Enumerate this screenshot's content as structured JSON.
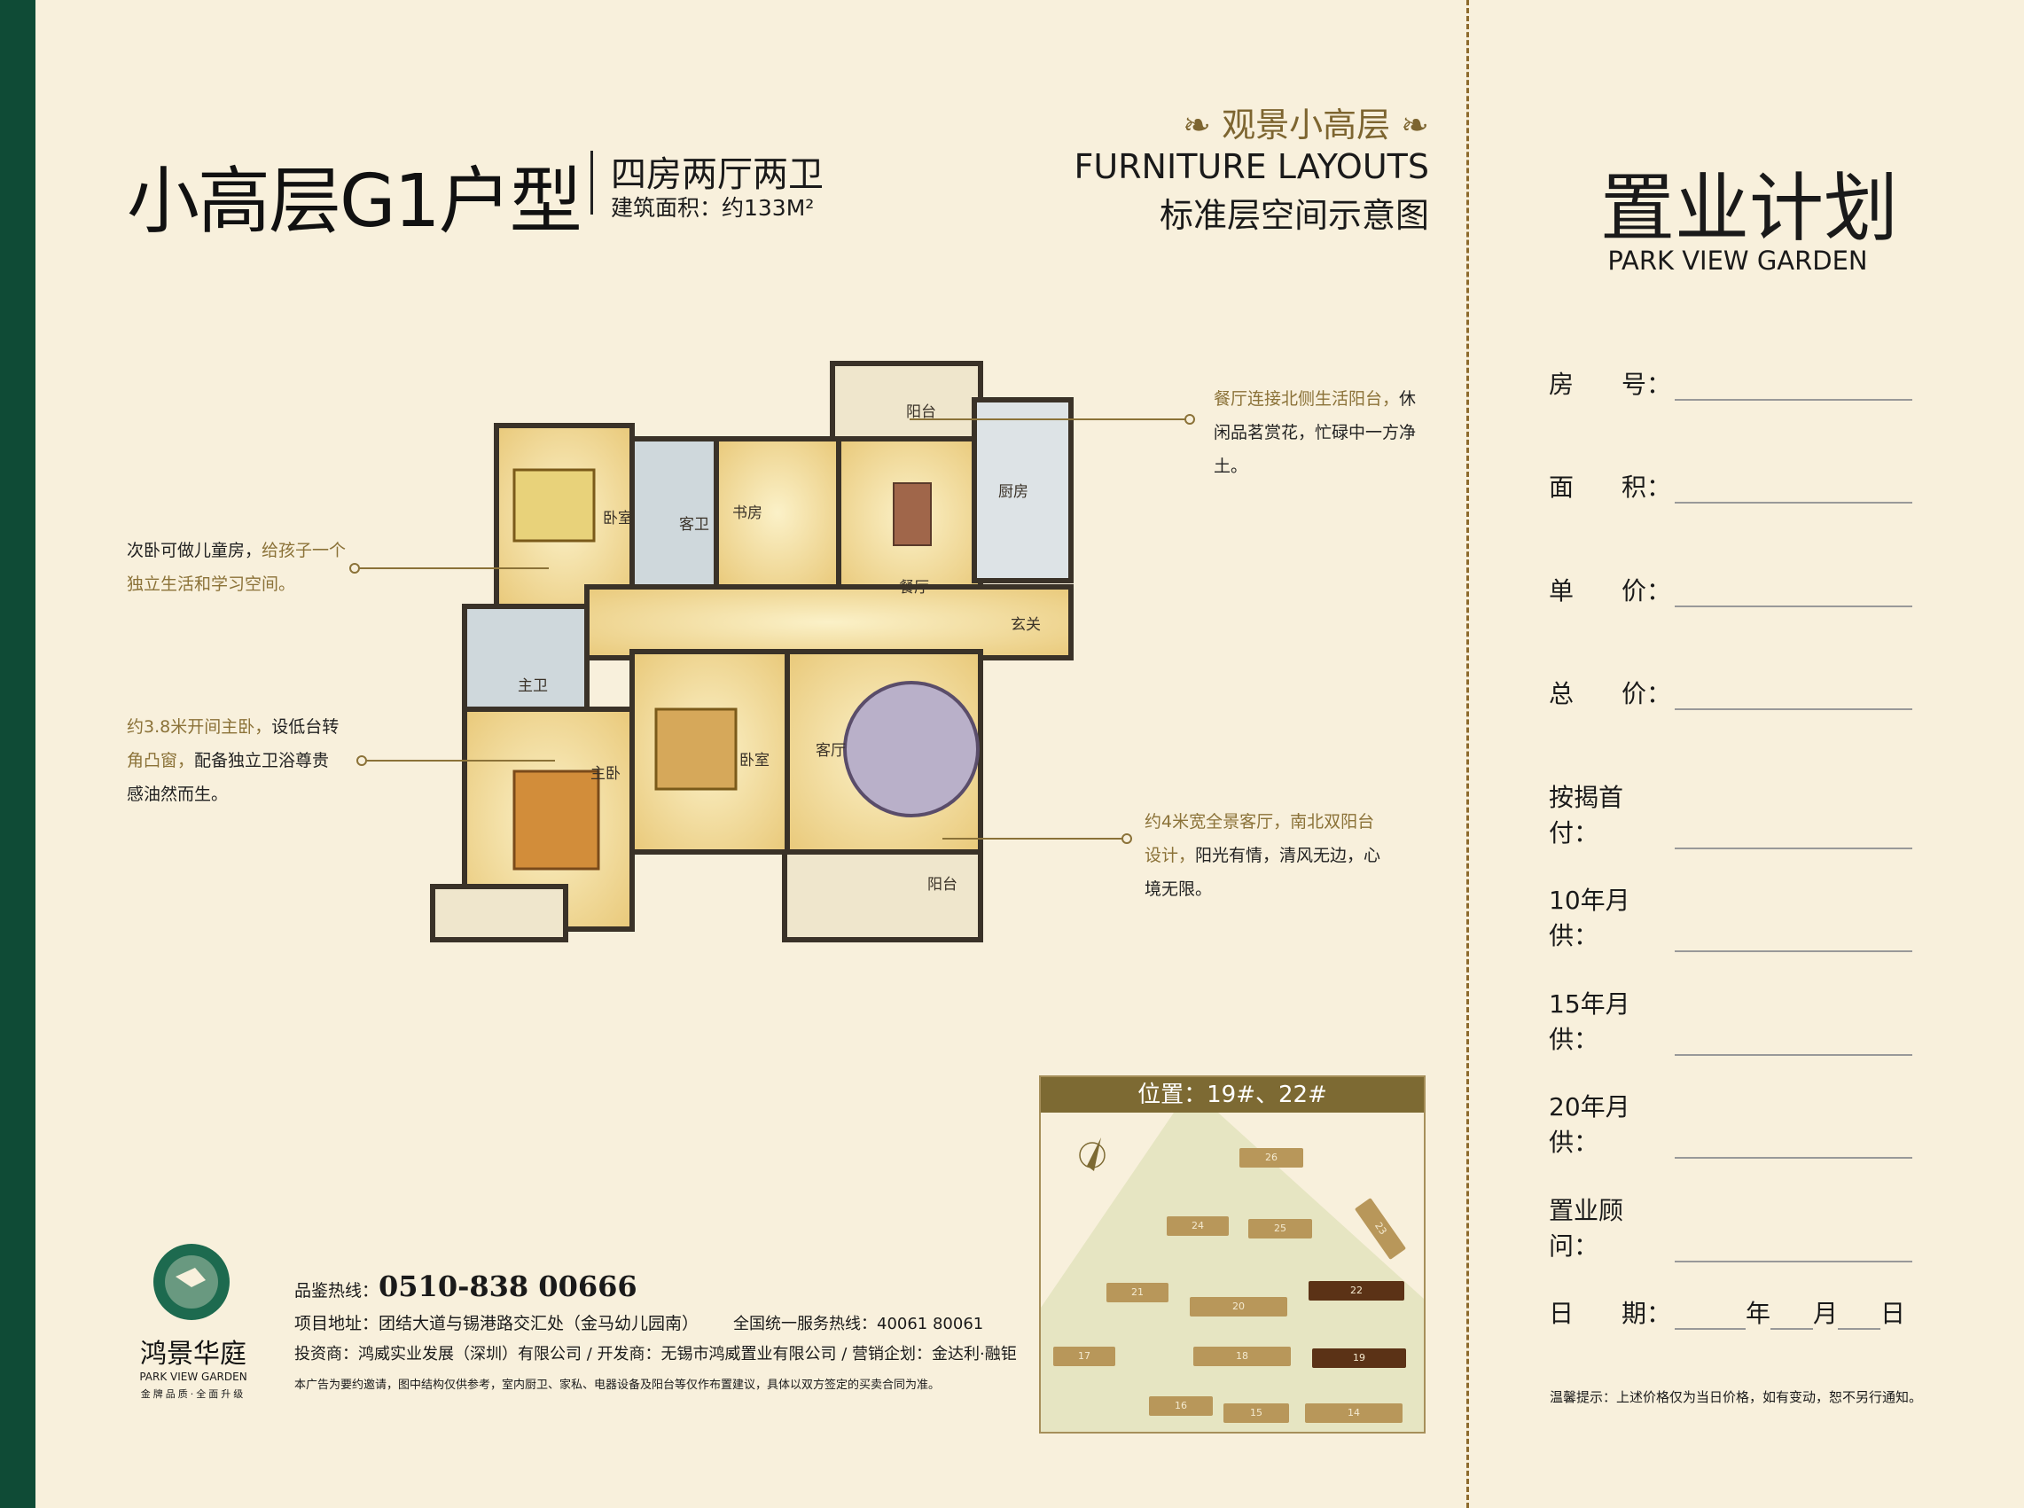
{
  "header": {
    "title": "小高层G1户型",
    "rooms": "四房两厅两卫",
    "area": "建筑面积：约133M²",
    "tag": "观景小高层",
    "subtitle_en": "FURNITURE LAYOUTS",
    "subtitle_cn": "标准层空间示意图"
  },
  "plan": {
    "rooms": [
      "卧室",
      "客卫",
      "书房",
      "阳台",
      "厨房",
      "餐厅",
      "玄关",
      "主卫",
      "主卧",
      "卧室",
      "客厅",
      "阳台"
    ]
  },
  "annotations": {
    "a1": {
      "l1a": "次卧可做儿童房，",
      "l1b": "给孩子一个",
      "l2": "独立生活和学习空间。"
    },
    "a2": {
      "l1a": "约3.8米开间主卧，",
      "l1b": "设低台转",
      "l2a": "角凸窗，",
      "l2b": "配备独立卫浴尊贵",
      "l3": "感油然而生。"
    },
    "a3": {
      "l1a": "餐厅连接北侧生活阳台，",
      "l1b": "休",
      "l2": "闲品茗赏花，忙碌中一方净",
      "l3": "土。"
    },
    "a4": {
      "l1a": "约4米宽全景客厅，南北双阳台",
      "l2a": "设计，",
      "l2b": "阳光有情，清风无边，心",
      "l3": "境无限。"
    }
  },
  "location": {
    "title": "位置：19#、22#",
    "buildings": [
      "26",
      "24",
      "25",
      "23",
      "21",
      "20",
      "22",
      "17",
      "18",
      "19",
      "16",
      "15",
      "14"
    ],
    "highlight_color": "#5b3216"
  },
  "form": {
    "title": "置业计划",
    "subtitle": "PARK VIEW GARDEN",
    "fields": [
      {
        "a": "房",
        "b": "号："
      },
      {
        "a": "面",
        "b": "积："
      },
      {
        "a": "单",
        "b": "价："
      },
      {
        "a": "总",
        "b": "价："
      },
      {
        "a": "按揭首付：",
        "b": ""
      },
      {
        "a": "10年月供：",
        "b": ""
      },
      {
        "a": "15年月供：",
        "b": ""
      },
      {
        "a": "20年月供：",
        "b": ""
      },
      {
        "a": "置业顾问：",
        "b": ""
      }
    ],
    "date": {
      "a": "日",
      "b": "期：",
      "year": "年",
      "month": "月",
      "day": "日"
    },
    "note": "温馨提示：上述价格仅为当日价格，如有变动，恕不另行通知。"
  },
  "footer": {
    "brand": "鸿景华庭",
    "brand_en": "PARK VIEW GARDEN",
    "slogan": "金牌品质·全面升级",
    "hotline_label": "品鉴热线：",
    "hotline": "0510-838 00666",
    "address": "项目地址：团结大道与锡港路交汇处（金马幼儿园南）",
    "service": "全国统一服务热线：40061 80061",
    "companies": "投资商：鸿威实业发展（深圳）有限公司 / 开发商：无锡市鸿威置业有限公司 / 营销企划：金达利·融钜",
    "disclaimer": "本广告为要约邀请，图中结构仅供参考，室内厨卫、家私、电器设备及阳台等仅作布置建议，具体以双方签定的买卖合同为准。"
  },
  "colors": {
    "green": "#0f4b36",
    "gold": "#7d6a33",
    "bg": "#f8f0dc"
  }
}
